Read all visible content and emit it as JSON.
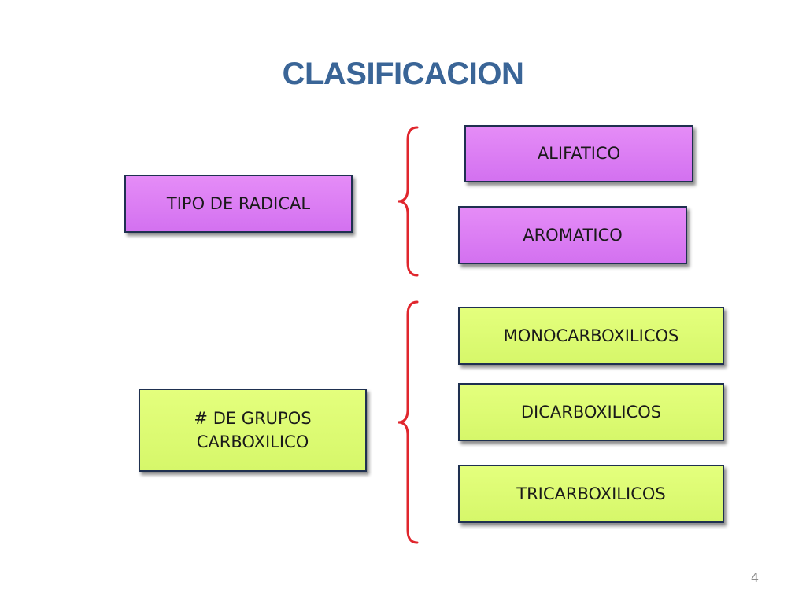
{
  "slide": {
    "title": "CLASIFICACION",
    "page_number": "4"
  },
  "colors": {
    "title": "#3a6597",
    "violet_box": "#dd7ff4",
    "lime_box": "#ddfb72",
    "brace": "#e0262d",
    "box_border": "#1f3050"
  },
  "groups": [
    {
      "category": "TIPO DE RADICAL",
      "items": [
        "ALIFATICO",
        "AROMATICO"
      ]
    },
    {
      "category_lines": [
        "# DE GRUPOS",
        "CARBOXILICO"
      ],
      "items": [
        "MONOCARBOXILICOS",
        "DICARBOXILICOS",
        "TRICARBOXILICOS"
      ]
    }
  ]
}
